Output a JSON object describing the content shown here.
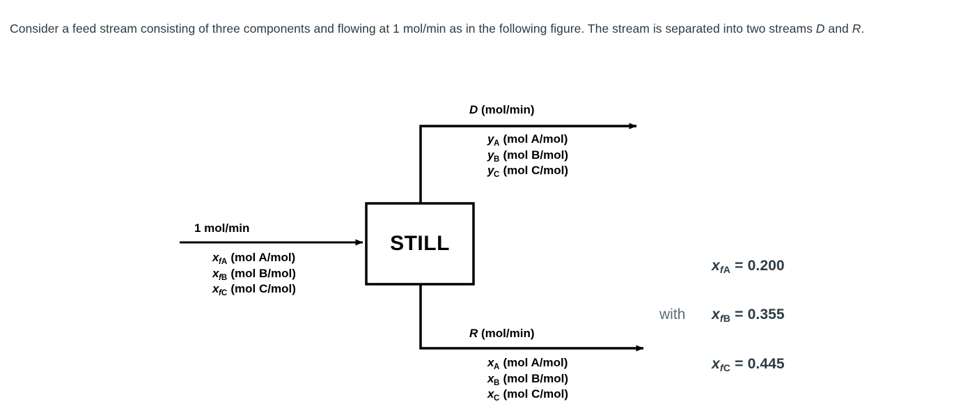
{
  "intro": {
    "part1": "Consider a feed stream consisting of three components and flowing at 1 mol/min as in the following figure. The stream is separated into two streams ",
    "var_d": "D",
    "conj": " and ",
    "var_r": "R",
    "period": "."
  },
  "diagram": {
    "unit_label": "STILL",
    "feed": {
      "flow_label": "1 mol/min",
      "components": [
        {
          "sym": "x",
          "sub_f": "f",
          "sub_c": "A",
          "units": "(mol A/mol)"
        },
        {
          "sym": "x",
          "sub_f": "f",
          "sub_c": "B",
          "units": "(mol B/mol)"
        },
        {
          "sym": "x",
          "sub_f": "f",
          "sub_c": "C",
          "units": "(mol C/mol)"
        }
      ]
    },
    "distillate": {
      "stream_sym": "D",
      "stream_units": "(mol/min)",
      "components": [
        {
          "sym": "y",
          "sub_c": "A",
          "units": "(mol A/mol)"
        },
        {
          "sym": "y",
          "sub_c": "B",
          "units": "(mol B/mol)"
        },
        {
          "sym": "y",
          "sub_c": "C",
          "units": "(mol C/mol)"
        }
      ]
    },
    "residue": {
      "stream_sym": "R",
      "stream_units": "(mol/min)",
      "components": [
        {
          "sym": "x",
          "sub_c": "A",
          "units": "(mol A/mol)"
        },
        {
          "sym": "x",
          "sub_c": "B",
          "units": "(mol B/mol)"
        },
        {
          "sym": "x",
          "sub_c": "C",
          "units": "(mol C/mol)"
        }
      ]
    }
  },
  "compositions": {
    "with_label": "with",
    "rows": [
      {
        "sym": "x",
        "sub_f": "f",
        "sub_c": "A",
        "eq": "=",
        "value": "0.200"
      },
      {
        "sym": "x",
        "sub_f": "f",
        "sub_c": "B",
        "eq": "=",
        "value": "0.355"
      },
      {
        "sym": "x",
        "sub_f": "f",
        "sub_c": "C",
        "eq": "=",
        "value": "0.445"
      }
    ]
  },
  "colors": {
    "body_text": "#2d3b45",
    "muted_text": "#5b6b76",
    "diagram_stroke": "#000000",
    "background": "#ffffff"
  }
}
